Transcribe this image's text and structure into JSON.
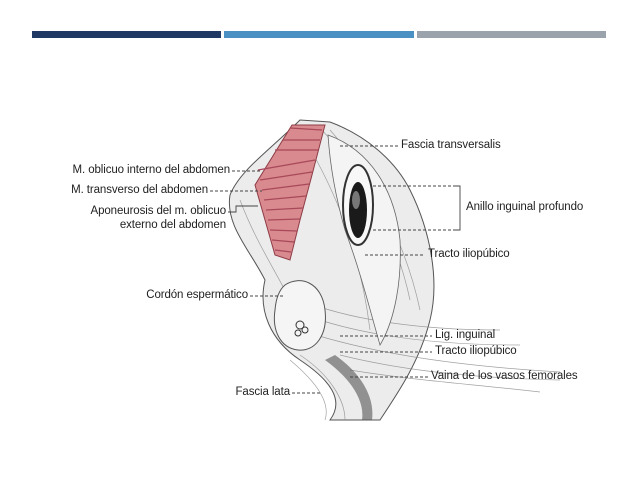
{
  "slide": {
    "accent_bars": [
      {
        "name": "navy",
        "color": "#1f3864"
      },
      {
        "name": "blue",
        "color": "#4a90c2"
      },
      {
        "name": "gray",
        "color": "#9aa3ab"
      }
    ]
  },
  "diagram": {
    "labels": {
      "oblicuo_interno": "M. oblicuo interno del abdomen",
      "transverso": "M. transverso del abdomen",
      "aponeurosis_1": "Aponeurosis del m. oblicuo",
      "aponeurosis_2": "externo del abdomen",
      "cordon": "Cordón espermático",
      "fascia_lata": "Fascia lata",
      "fascia_transversalis": "Fascia transversalis",
      "anillo": "Anillo inguinal profundo",
      "tracto_1": "Tracto iliopúbico",
      "lig_inguinal": "Lig. inguinal",
      "tracto_2": "Tracto iliopúbico",
      "vaina": "Vaina de los vasos femorales"
    },
    "colors": {
      "muscle": "#d98a8e",
      "muscle_stripe": "#b04a55",
      "tissue": "#e9e9e9",
      "line": "#444444"
    }
  }
}
